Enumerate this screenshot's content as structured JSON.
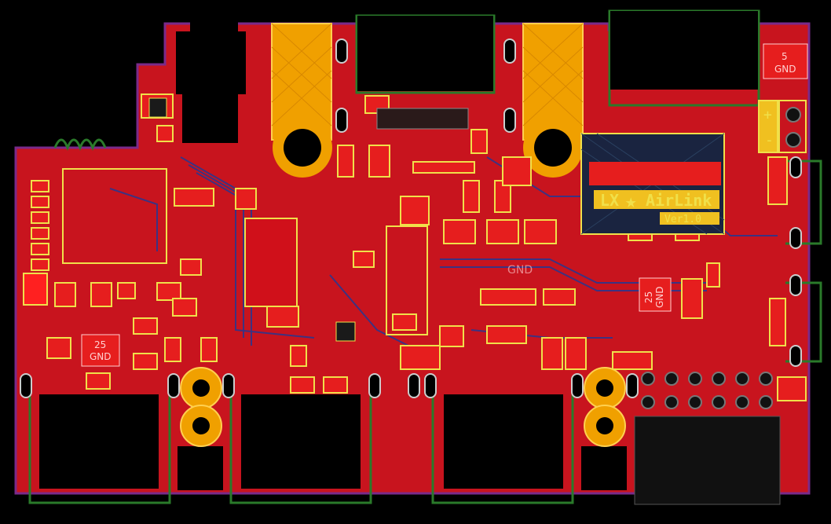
{
  "board": {
    "title_text": "LX",
    "title_brand": "AirLink",
    "version": "Ver1.0",
    "power_labels": {
      "plus": "+",
      "minus": "-"
    },
    "test_points": [
      {
        "top": "5",
        "bottom": "GND"
      },
      {
        "top": "25",
        "bottom": "GND"
      },
      {
        "top": "25",
        "bottom": "GND"
      }
    ],
    "center_label": "GND"
  },
  "colors": {
    "board_bg": "#c8141e",
    "copper": "#e61e1e",
    "gold": "#f0a000",
    "silkscreen": "#f0e04a",
    "outline": "#7a2a8a",
    "keepout": "#2a7a2a",
    "trace_blue": "#1a3a9a"
  }
}
